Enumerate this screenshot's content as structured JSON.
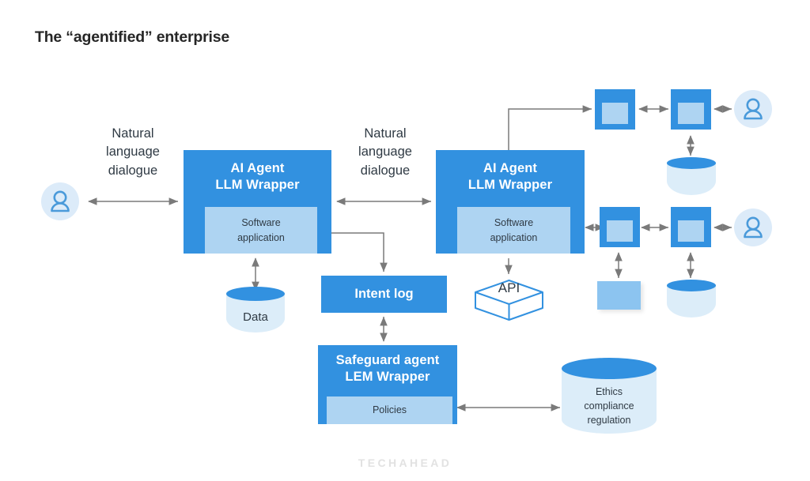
{
  "page": {
    "title": "The “agentified” enterprise",
    "watermark": "TECHAHEAD",
    "background": "#ffffff"
  },
  "colors": {
    "primary_blue": "#3291e0",
    "inner_panel_blue": "#aed4f2",
    "light_blue": "#dcedf9",
    "avatar_bg": "#dcebf9",
    "avatar_stroke": "#4a9ada",
    "doc_blue": "#8cc4f0",
    "connector_gray": "#7a7a7a",
    "text_dark": "#2f3a44",
    "title_dark": "#262626",
    "watermark_gray": "#e2e2e2"
  },
  "labels": {
    "nl_dialogue_left": "Natural\nlanguage\ndialogue",
    "nl_dialogue_left_lines": [
      "Natural",
      "language",
      "dialogue"
    ],
    "nl_dialogue_mid_lines": [
      "Natural",
      "language",
      "dialogue"
    ]
  },
  "nodes": {
    "agent_left": {
      "title_line1": "AI Agent",
      "title_line2": "LLM Wrapper",
      "inner_line1": "Software",
      "inner_line2": "application"
    },
    "agent_right": {
      "title_line1": "AI Agent",
      "title_line2": "LLM Wrapper",
      "inner_line1": "Software",
      "inner_line2": "application"
    },
    "intent_log": {
      "label": "Intent log"
    },
    "safeguard": {
      "title_line1": "Safeguard agent",
      "title_line2": "LEM Wrapper",
      "inner_line1": "Policies"
    },
    "data_store": {
      "label": "Data"
    },
    "api": {
      "label": "API"
    },
    "ethics_store": {
      "line1": "Ethics",
      "line2": "compliance",
      "line3": "regulation"
    }
  },
  "icons": {
    "person_left": "person-icon",
    "person_top_right": "person-icon",
    "person_bottom_right": "person-icon",
    "app_top_1": "app-icon",
    "app_top_2": "app-icon",
    "app_bottom_1": "app-icon",
    "app_bottom_2": "app-icon",
    "file_bottom": "document-icon",
    "db_top_right": "database-icon",
    "db_bottom_right": "database-icon"
  },
  "connections": [
    {
      "from": "person-left",
      "to": "agent-left",
      "style": "bidirectional"
    },
    {
      "from": "agent-left",
      "to": "agent-right",
      "style": "bidirectional",
      "label": "Natural language dialogue"
    },
    {
      "from": "agent-left",
      "to": "data-store",
      "style": "bidirectional"
    },
    {
      "from": "agent-left",
      "to": "intent-log",
      "style": "elbow-down"
    },
    {
      "from": "safeguard-agent",
      "to": "intent-log",
      "style": "bidirectional"
    },
    {
      "from": "safeguard-agent",
      "to": "ethics-store",
      "style": "bidirectional"
    },
    {
      "from": "agent-right",
      "to": "api",
      "style": "down"
    },
    {
      "from": "agent-right",
      "to": "app-top-1",
      "style": "elbow-up"
    },
    {
      "from": "app-top-1",
      "to": "app-top-2",
      "style": "bidirectional"
    },
    {
      "from": "app-top-2",
      "to": "person-top-right",
      "style": "bidirectional"
    },
    {
      "from": "app-top-2",
      "to": "db-top-right",
      "style": "bidirectional"
    },
    {
      "from": "agent-right",
      "to": "app-bottom-1",
      "style": "bidirectional"
    },
    {
      "from": "app-bottom-1",
      "to": "app-bottom-2",
      "style": "bidirectional"
    },
    {
      "from": "app-bottom-2",
      "to": "person-bottom-right",
      "style": "bidirectional"
    },
    {
      "from": "app-bottom-1",
      "to": "file-bottom",
      "style": "bidirectional"
    },
    {
      "from": "app-bottom-2",
      "to": "db-bottom-right",
      "style": "bidirectional"
    }
  ]
}
